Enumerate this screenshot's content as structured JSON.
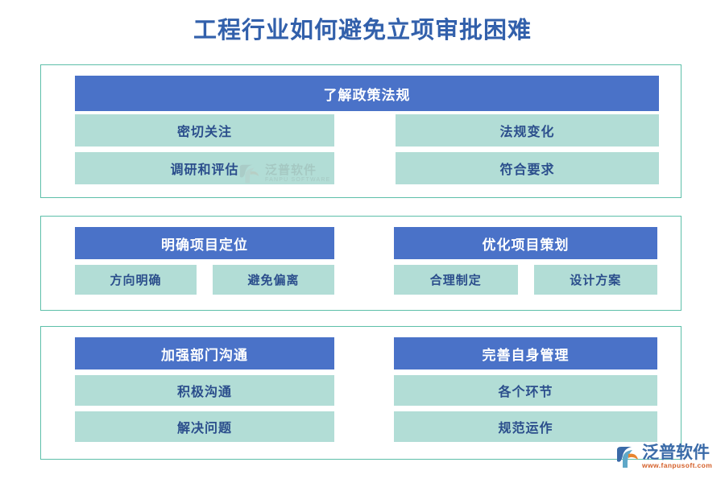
{
  "page": {
    "title": "工程行业如何避免立项审批困难",
    "colors": {
      "title_blue": "#3260ab",
      "header_blue": "#4a72c8",
      "item_teal": "#b2ddd6",
      "border_teal": "#5dbfa9",
      "item_text_navy": "#2b4e8c",
      "logo_orange": "#d4602a"
    }
  },
  "sections": [
    {
      "id": "section-1",
      "layout": "single-header-2x2",
      "header": "了解政策法规",
      "items": [
        {
          "label": "密切关注",
          "side": "left"
        },
        {
          "label": "法规变化",
          "side": "right"
        },
        {
          "label": "调研和评估",
          "side": "left"
        },
        {
          "label": "符合要求",
          "side": "right"
        }
      ]
    },
    {
      "id": "section-2",
      "layout": "two-columns-inline",
      "columns": [
        {
          "header": "明确项目定位",
          "items": [
            "方向明确",
            "避免偏离"
          ]
        },
        {
          "header": "优化项目策划",
          "items": [
            "合理制定",
            "设计方案"
          ]
        }
      ]
    },
    {
      "id": "section-3",
      "layout": "two-columns-stacked",
      "columns": [
        {
          "header": "加强部门沟通",
          "items": [
            "积极沟通",
            "解决问题"
          ]
        },
        {
          "header": "完善自身管理",
          "items": [
            "各个环节",
            "规范运作"
          ]
        }
      ]
    }
  ],
  "watermark": {
    "name_cn": "泛普软件",
    "name_en": "FANPU SOFTWARE"
  },
  "brand": {
    "name_cn": "泛普软件",
    "url": "www.fanpusoft.com"
  }
}
